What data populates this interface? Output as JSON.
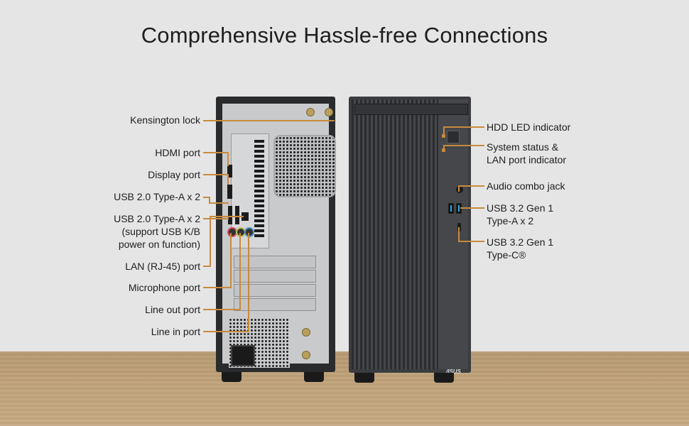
{
  "title": "Comprehensive Hassle-free Connections",
  "accent_color": "#c88a3c",
  "rear_callouts": [
    {
      "label": "Kensington lock"
    },
    {
      "label": "HDMI port"
    },
    {
      "label": "Display port"
    },
    {
      "label": "USB 2.0 Type-A x 2"
    },
    {
      "label_lines": [
        "USB 2.0 Type-A x 2",
        "(support USB K/B",
        "power on function)"
      ]
    },
    {
      "label": "LAN (RJ-45) port"
    },
    {
      "label": "Microphone port"
    },
    {
      "label": "Line out port"
    },
    {
      "label": "Line in port"
    }
  ],
  "front_callouts": [
    {
      "label": "HDD LED indicator"
    },
    {
      "label_lines": [
        "System status &",
        "LAN port indicator"
      ]
    },
    {
      "label": "Audio combo jack"
    },
    {
      "label_lines": [
        "USB 3.2 Gen 1",
        "Type-A x 2"
      ]
    },
    {
      "label_lines": [
        "USB 3.2 Gen 1",
        "Type-C®"
      ]
    }
  ],
  "brand_logo": "/ISUS"
}
